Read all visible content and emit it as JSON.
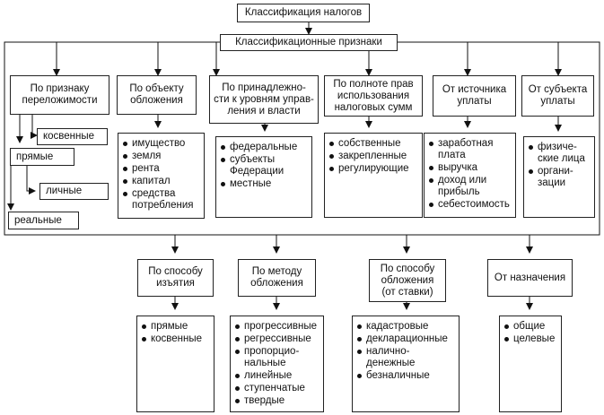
{
  "title": "Классификация налогов",
  "signs": "Классификационные признаки",
  "groups_top": [
    {
      "header": "По признаку\nпереложимости"
    },
    {
      "header": "По объекту\nобложения",
      "items": [
        "имущество",
        "земля",
        "рента",
        "капитал",
        "средства\nпотребления"
      ]
    },
    {
      "header": "По принадлежно-\nсти к уровням управ-\nления и власти",
      "items": [
        "федеральные",
        "субъекты\nФедерации",
        "местные"
      ]
    },
    {
      "header": "По полноте прав\nиспользования\nналоговых сумм",
      "items": [
        "собственные",
        "закрепленные",
        "регулирующие"
      ]
    },
    {
      "header": "От источника\nуплаты",
      "items": [
        "заработная\nплата",
        "выручка",
        "доход или\nприбыль",
        "себестоимость"
      ]
    },
    {
      "header": "От субъекта\nуплаты",
      "items": [
        "физиче-\nские лица",
        "органи-\nзации"
      ]
    }
  ],
  "shiftability": {
    "indirect": "косвенные",
    "direct": "прямые",
    "personal": "личные",
    "real": "реальные"
  },
  "groups_bottom": [
    {
      "header": "По способу\nизъятия",
      "items": [
        "прямые",
        "косвенные"
      ]
    },
    {
      "header": "По методу\nобложения",
      "items": [
        "прогрессивные",
        "регрессивные",
        "пропорцио-\nнальные",
        "линейные",
        "ступенчатые",
        "твердые"
      ]
    },
    {
      "header": "По способу\nобложения\n(от ставки)",
      "items": [
        "кадастровые",
        "декларационные",
        "налично-денежные",
        "безналичные"
      ]
    },
    {
      "header": "От назначения",
      "items": [
        "общие",
        "целевые"
      ]
    }
  ]
}
